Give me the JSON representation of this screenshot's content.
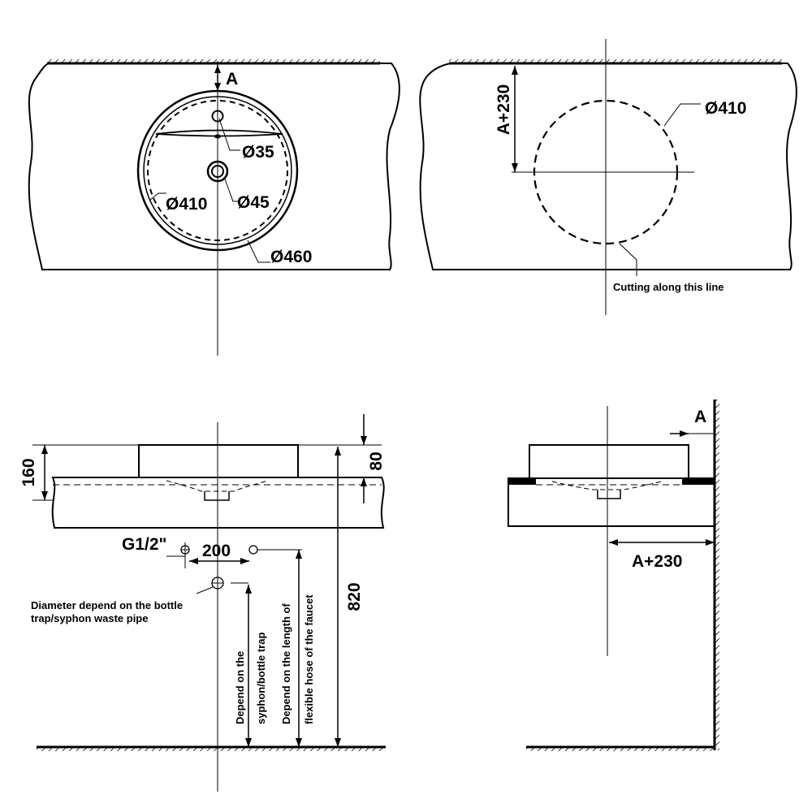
{
  "top_left": {
    "dim_a": "A",
    "d35": "Ø35",
    "d45": "Ø45",
    "d410": "Ø410",
    "d460": "Ø460"
  },
  "top_right": {
    "a230": "A+230",
    "d410": "Ø410",
    "cut_note": "Cutting along this line"
  },
  "bottom_left": {
    "h160": "160",
    "h80": "80",
    "h820": "820",
    "g12": "G1/2\"",
    "w200": "200",
    "waste_note_1": "Diameter depend on the bottle",
    "waste_note_2": "trap/syphon waste pipe",
    "syphon_1": "Depend on the",
    "syphon_2": "syphon/bottle trap",
    "hose_1": "Depend on the length of",
    "hose_2": "flexible hose of the faucet"
  },
  "bottom_right": {
    "dim_a": "A",
    "a230": "A+230"
  }
}
